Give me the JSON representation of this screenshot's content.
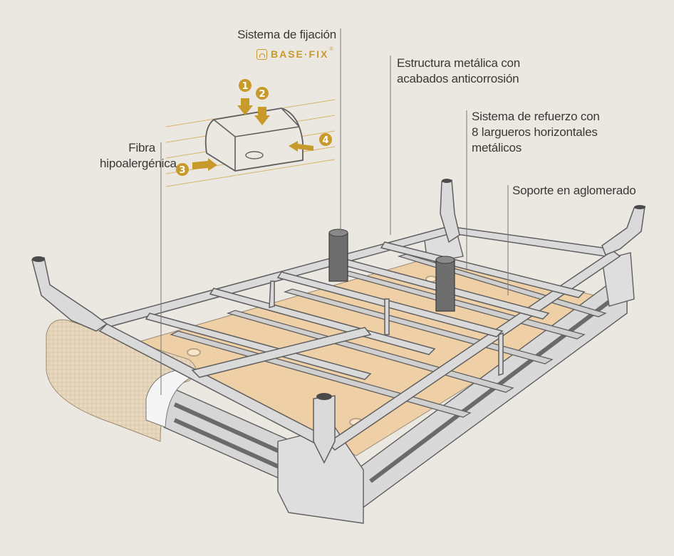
{
  "labels": {
    "fixing_system": "Sistema de fijación",
    "metal_structure_line1": "Estructura metálica con",
    "metal_structure_line2": "acabados anticorrosión",
    "reinforcement_line1": "Sistema de refuerzo con",
    "reinforcement_line2": "8 largueros horizontales",
    "reinforcement_line3": "metálicos",
    "support": "Soporte en aglomerado",
    "fiber_line1": "Fibra",
    "fiber_line2": "hipoalergénica"
  },
  "logo": {
    "text": "BASE·FIX",
    "reg_mark": "®"
  },
  "steps": [
    "1",
    "2",
    "3",
    "4"
  ],
  "colors": {
    "background": "#ebe7e1",
    "accent": "#c89a2b",
    "frame": "#d9d9d9",
    "frame_stroke": "#5f5f5f",
    "board": "#efcfa6",
    "leg": "#6e6e6e",
    "fabric": "#e6d6bd"
  }
}
